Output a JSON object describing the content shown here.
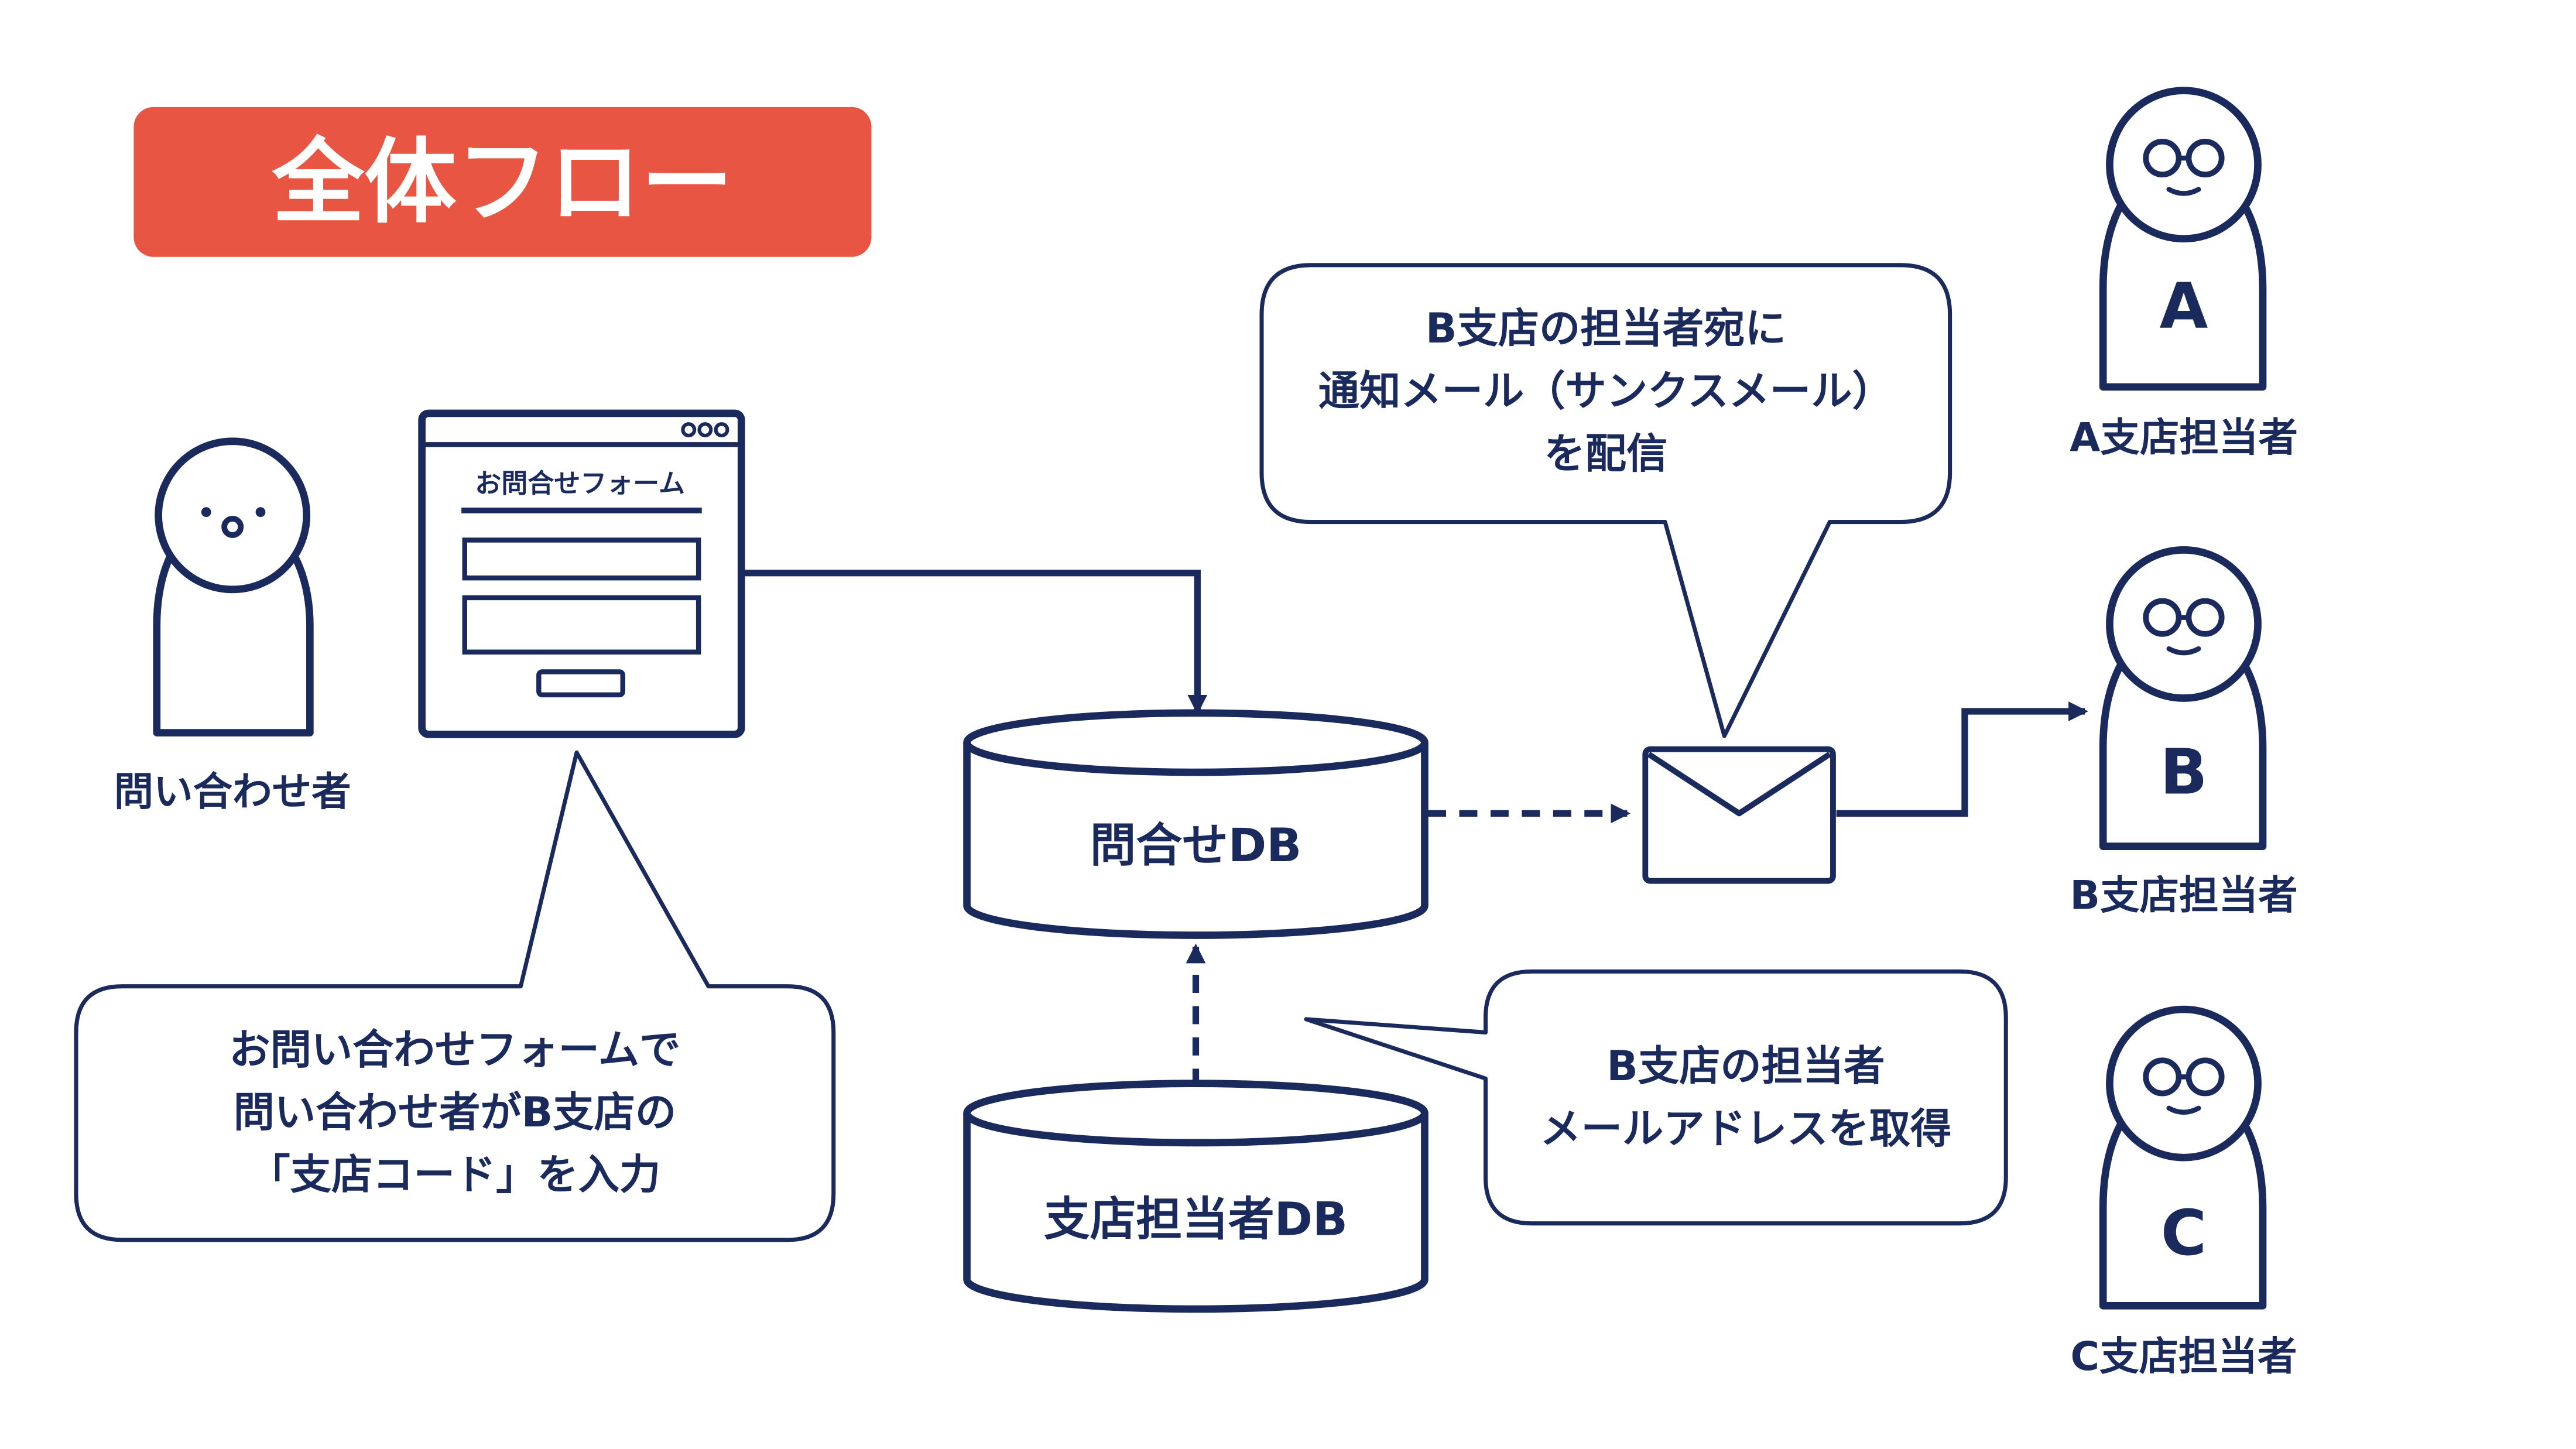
{
  "title": "全体フロー",
  "colors": {
    "navy": "#1b2a5c",
    "accent": "#e85542",
    "background": "#ffffff"
  },
  "inquirer": {
    "label": "問い合わせ者",
    "icon": "person-icon"
  },
  "form": {
    "title": "お問合せフォーム",
    "icon": "browser-window-icon"
  },
  "form_callout": {
    "lines": [
      "お問い合わせフォームで",
      "問い合わせ者がB支店の",
      "「支店コード」を入力"
    ]
  },
  "inquiry_db": {
    "label": "問合せDB",
    "icon": "database-icon"
  },
  "branch_staff_db": {
    "label": "支店担当者DB",
    "icon": "database-icon"
  },
  "mail_callout": {
    "lines": [
      "B支店の担当者宛に",
      "通知メール（サンクスメール）",
      "を配信"
    ]
  },
  "lookup_callout": {
    "lines": [
      "B支店の担当者",
      "メールアドレスを取得"
    ]
  },
  "mail": {
    "icon": "envelope-icon"
  },
  "staff": [
    {
      "letter": "A",
      "label": "A支店担当者"
    },
    {
      "letter": "B",
      "label": "B支店担当者"
    },
    {
      "letter": "C",
      "label": "C支店担当者"
    }
  ]
}
